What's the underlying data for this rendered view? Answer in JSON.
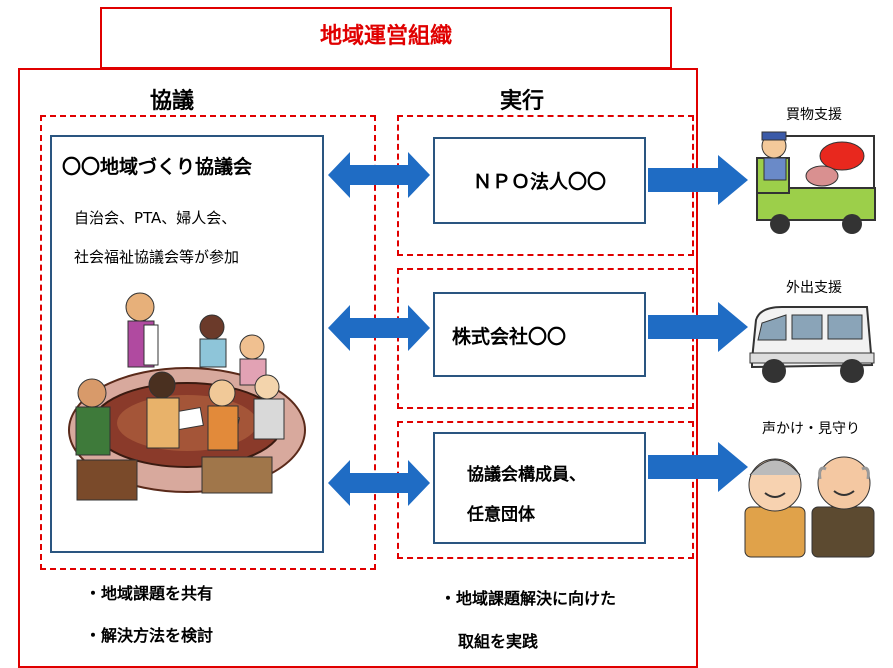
{
  "org_title": "地域運営組織",
  "left_header": "協議",
  "right_header": "実行",
  "council": {
    "name": "〇〇地域づくり協議会",
    "members_line1": "自治会、PTA、婦人会、",
    "members_line2": "社会福祉協議会等が参加"
  },
  "executors": [
    {
      "label": "ＮＰＯ法人〇〇"
    },
    {
      "label": "株式会社〇〇"
    },
    {
      "label_line1": "協議会構成員、",
      "label_line2": "任意団体"
    }
  ],
  "services": [
    {
      "label": "買物支援"
    },
    {
      "label": "外出支援"
    },
    {
      "label": "声かけ・見守り"
    }
  ],
  "notes_left": [
    "・地域課題を共有",
    "・解決方法を検討"
  ],
  "notes_right": [
    "・地域課題解決に向けた",
    "取組を実践"
  ],
  "colors": {
    "frame": "#e00000",
    "arrow": "#1f6cc4",
    "box_border": "#2a5580"
  }
}
